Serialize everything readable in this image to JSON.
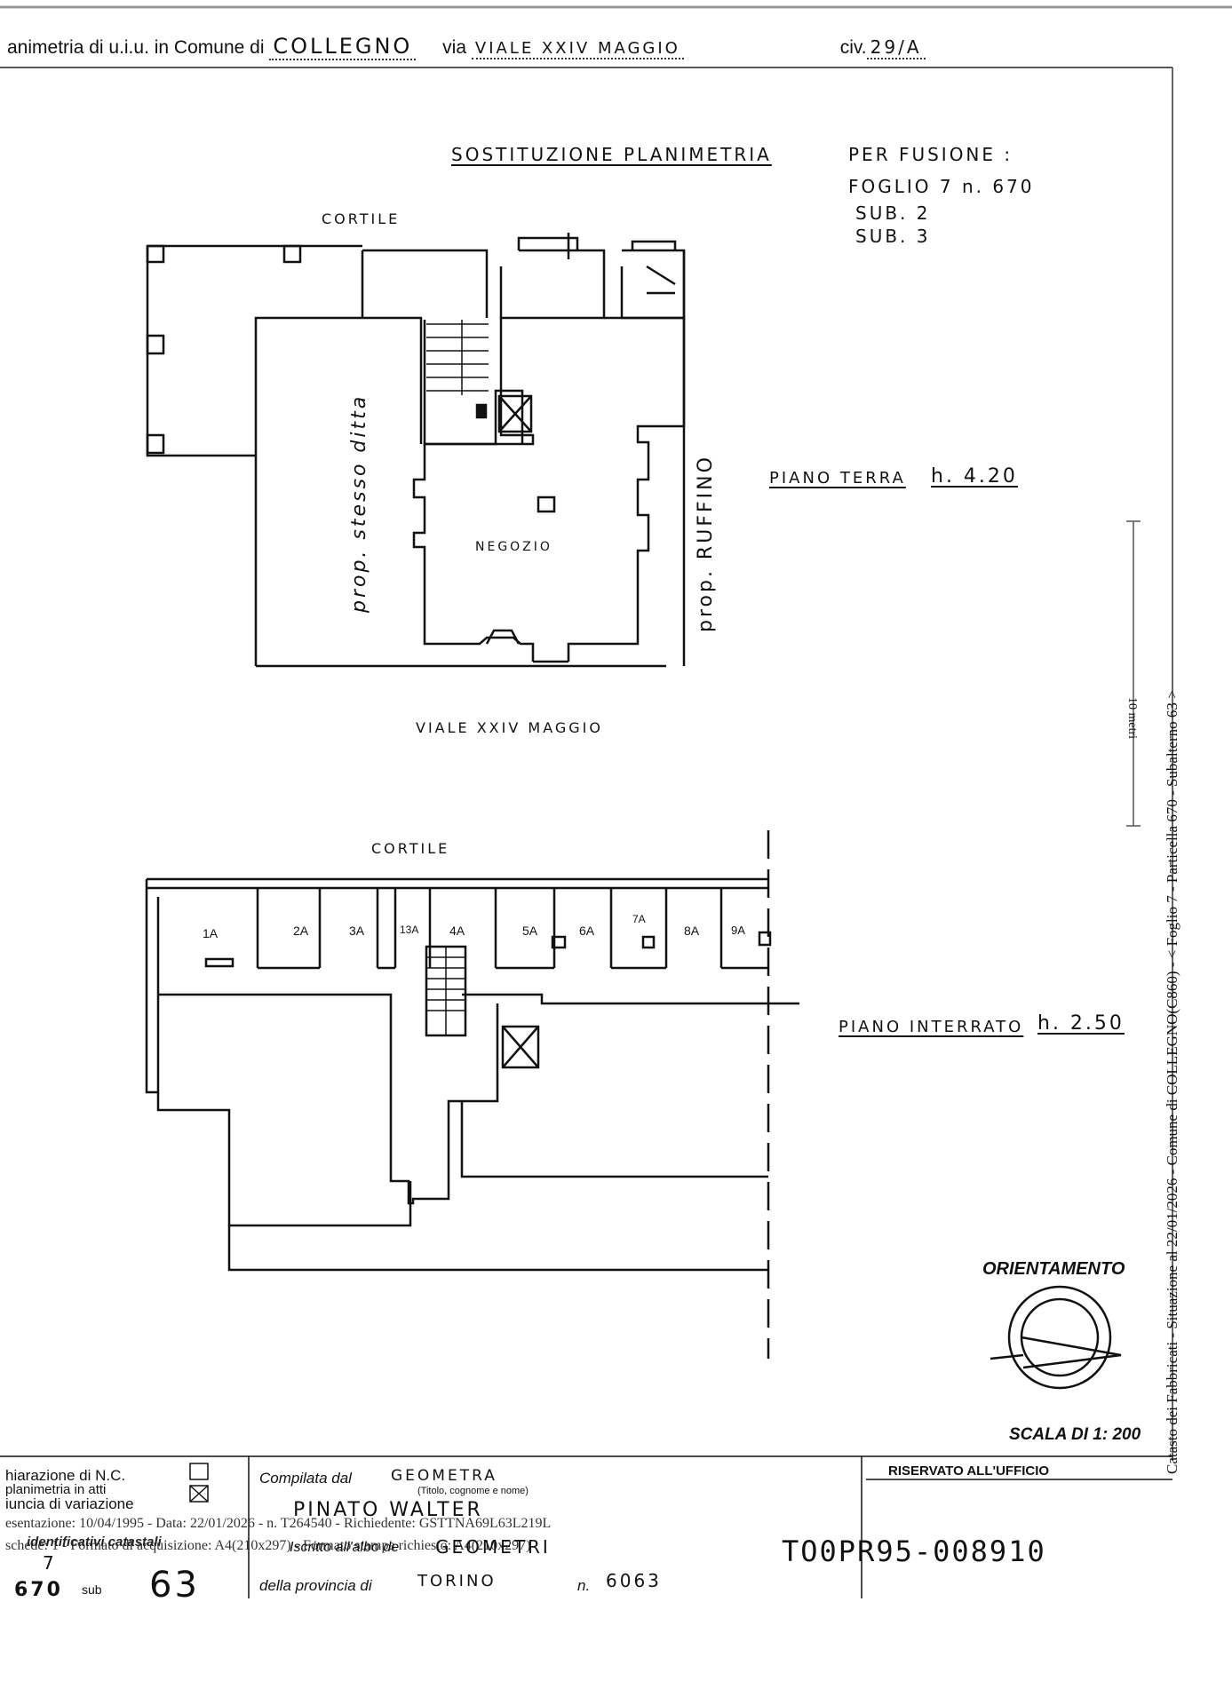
{
  "header": {
    "prefix": "animetria di u.i.u. in Comune di",
    "comune": "COLLEGNO",
    "via_label": "via",
    "via": "VIALE XXIV MAGGIO",
    "civ_label": "civ.",
    "civ": "29/A"
  },
  "title": {
    "main": "SOSTITUZIONE PLANIMETRIA",
    "fusion_label": "PER FUSIONE :",
    "foglio": "FOGLIO 7 n. 670",
    "sub2": "SUB. 2",
    "sub3": "SUB. 3"
  },
  "ground_floor": {
    "cortile": "CORTILE",
    "left_neighbour": "prop. stesso ditta",
    "right_neighbour": "prop. RUFFINO",
    "room": "NEGOZIO",
    "floor_label": "PIANO TERRA",
    "height": "h. 4.20",
    "street": "VIALE XXIV MAGGIO"
  },
  "basement": {
    "cortile": "CORTILE",
    "cellars": [
      "1A",
      "2A",
      "3A",
      "13A",
      "4A",
      "5A",
      "6A",
      "7A",
      "8A",
      "9A"
    ],
    "floor_label": "PIANO INTERRATO",
    "height": "h. 2.50"
  },
  "scale_bar": {
    "label": "10 metri"
  },
  "side_note": "Catasto dei Fabbricati - Situazione al 22/01/2026 - Comune di COLLEGNO(C860) - < Foglio 7 - Particella 670 - Subalterno 63 >",
  "orientation": {
    "title": "ORIENTAMENTO",
    "scale": "SCALA DI 1: 200"
  },
  "footer": {
    "decl1": "hiarazione di N.C.",
    "decl2": "planimetria in atti",
    "decl3": "iuncia di variazione",
    "presentation": "esentazione: 10/04/1995 - Data: 22/01/2026 - n. T264540 - Richiedente: GSTTNA69L63L219L",
    "sheet": "schede: 1 - Formato di acquisizione: A4(210x297) - Formato stampa richiesto: A4(210x297)",
    "identificativi": "identificativi catastali",
    "foglio_val": "7",
    "particella_val": "670",
    "sub_label": "sub",
    "sub_val": "63",
    "compiled_by_label": "Compilata dal",
    "compiled_by": "GEOMETRA",
    "title_hint": "(Titolo, cognome e nome)",
    "name": "PINATO WALTER",
    "albo_label": "Iscritto all'albo de",
    "albo": "GEOMETRI",
    "province_label": "della provincia di",
    "province": "TORINO",
    "n_label": "n.",
    "n_val": "6063",
    "reserved": "RISERVATO ALL'UFFICIO",
    "protocol": "TO0PR95-008910"
  }
}
